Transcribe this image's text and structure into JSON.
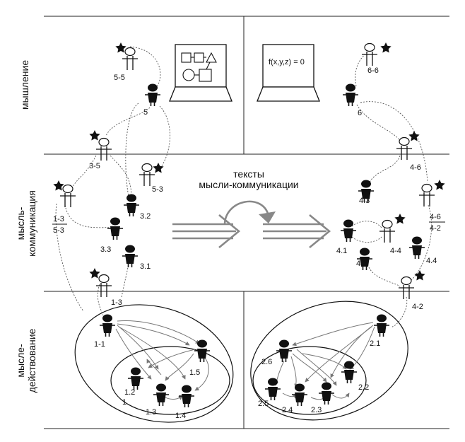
{
  "rows": {
    "thinking": "мышление",
    "communication": [
      "мысль-",
      "коммуникация"
    ],
    "action": [
      "мысле-",
      "действование"
    ]
  },
  "center": {
    "caption": [
      "тексты",
      "мысли-коммуникации"
    ]
  },
  "laptops": {
    "right_formula": "f(x,y,z) = 0"
  },
  "labels": {
    "l_5_5": "5-5",
    "l_5": "5",
    "l_3_5": "3-5",
    "l_5_3": "5-3",
    "l_3_2": "3.2",
    "l_3_3": "3.3",
    "l_3_1": "3.1",
    "l_1_3_num": "1-3",
    "l_5_3_den": "5-3",
    "l_1_3": "1-3",
    "l_1_1": "1-1",
    "l_1_5": "1.5",
    "l_1_2": "1.2",
    "l_1": "1",
    "l_1_3b": "1.3",
    "l_1_4": "1.4",
    "l_6_6": "6-6",
    "l_6": "6",
    "l_4_6": "4-6",
    "l_4_3": "4.3",
    "l_4_6_num": "4-6",
    "l_4_2_den": "4-2",
    "l_4_1": "4.1",
    "l_4_4": "4-4",
    "l_4_2": "4.2",
    "l_4_4b": "4.4",
    "l_4_2b": "4-2",
    "l_2_1": "2.1",
    "l_2_6": "2.6",
    "l_2_2": "2.2",
    "l_2_5": "2.5",
    "l_2_4": "2.4",
    "l_2_3": "2.3"
  }
}
